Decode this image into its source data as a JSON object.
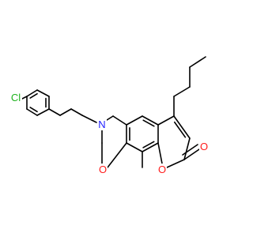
{
  "molecule": {
    "atom_labels": {
      "chlorine": "Cl",
      "nitrogen": "N",
      "ring_oxygen_oxazine": "O",
      "ring_oxygen_pyranone": "O",
      "carbonyl_oxygen": "O"
    },
    "colors": {
      "bond": "#000000",
      "chlorine": "#1db11d",
      "nitrogen": "#2020ff",
      "oxygen": "#ff1c1c"
    }
  }
}
